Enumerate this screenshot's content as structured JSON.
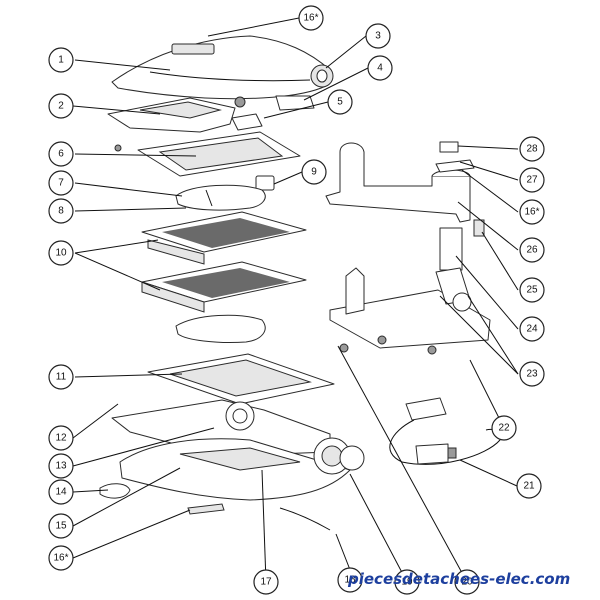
{
  "callouts": [
    {
      "label": "16*"
    },
    {
      "label": "1"
    },
    {
      "label": "3"
    },
    {
      "label": "4"
    },
    {
      "label": "2"
    },
    {
      "label": "5"
    },
    {
      "label": "6"
    },
    {
      "label": "9"
    },
    {
      "label": "7"
    },
    {
      "label": "8"
    },
    {
      "label": "10"
    },
    {
      "label": "28"
    },
    {
      "label": "27"
    },
    {
      "label": "16*"
    },
    {
      "label": "26"
    },
    {
      "label": "25"
    },
    {
      "label": "24"
    },
    {
      "label": "23"
    },
    {
      "label": "11"
    },
    {
      "label": "12"
    },
    {
      "label": "22"
    },
    {
      "label": "13"
    },
    {
      "label": "21"
    },
    {
      "label": "14"
    },
    {
      "label": "15"
    },
    {
      "label": "16*"
    },
    {
      "label": "17"
    },
    {
      "label": "18"
    },
    {
      "label": "19"
    },
    {
      "label": "20"
    }
  ],
  "watermark": "piecesdetachees-elec.com",
  "colors": {
    "watermark": "#1d3f9e",
    "line": "#2b2b2b"
  }
}
